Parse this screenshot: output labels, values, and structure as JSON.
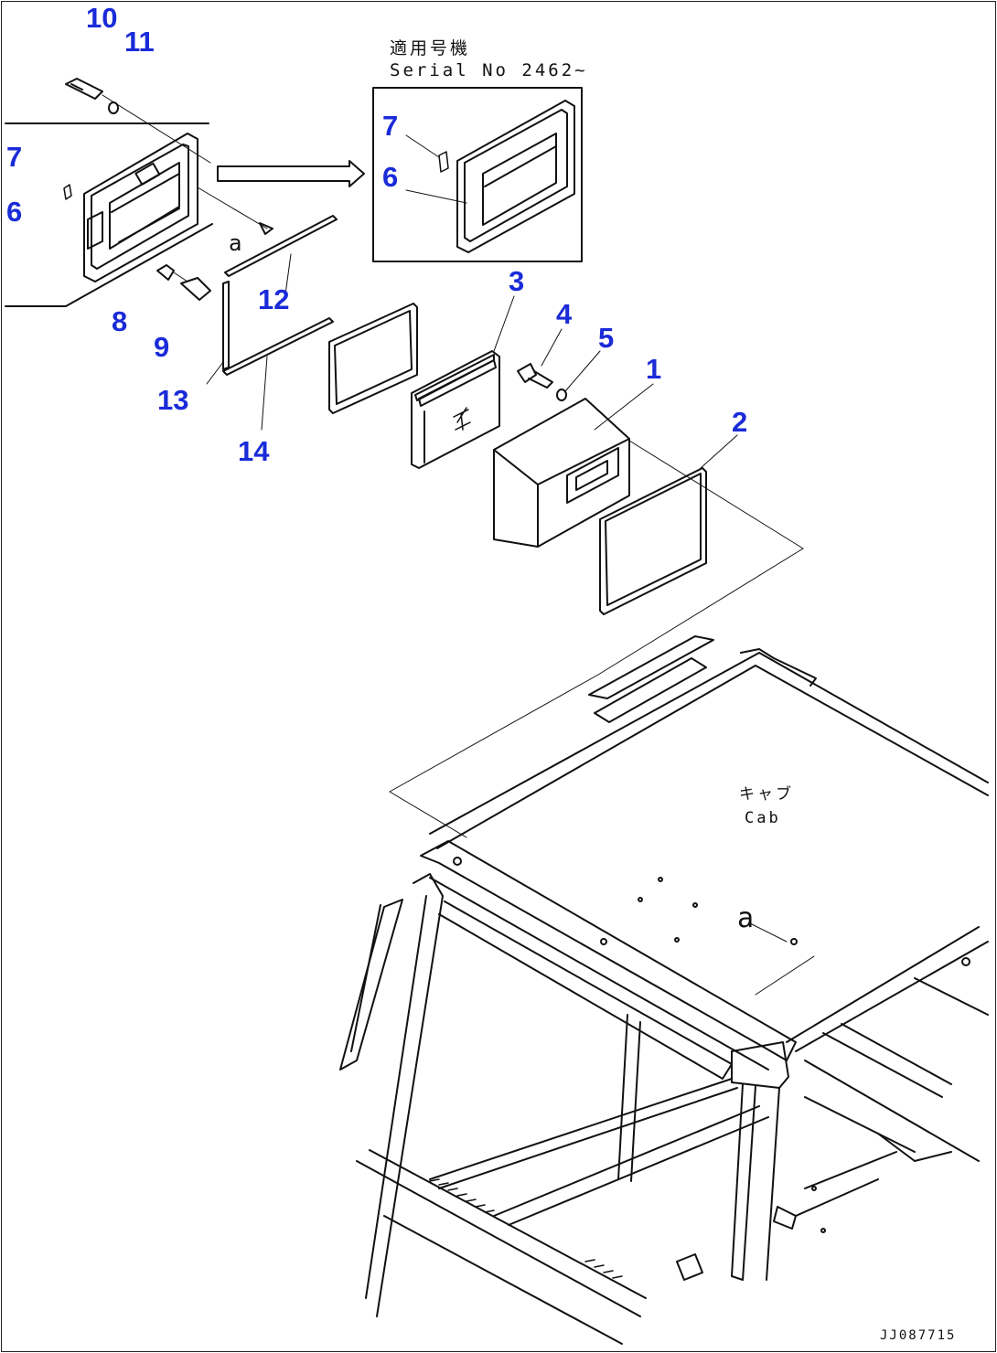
{
  "inset": {
    "heading_jp": "適用号機",
    "heading_serial": "Serial No 2462~"
  },
  "labels": {
    "p10": "10",
    "p11": "11",
    "p7_main": "7",
    "p6_main": "6",
    "p8": "8",
    "p9": "9",
    "p12": "12",
    "p13": "13",
    "p14": "14",
    "p3": "3",
    "p4": "4",
    "p5": "5",
    "p1": "1",
    "p2": "2",
    "p7_inset": "7",
    "p6_inset": "6"
  },
  "annotations": {
    "ref_a_top": "a",
    "ref_a_cab": "a",
    "cab_jp": "キャブ",
    "cab_en": "Cab"
  },
  "footer": {
    "drawing_code": "JJ087715"
  },
  "colors": {
    "callout": "#1a2bd8",
    "line": "#111111"
  }
}
